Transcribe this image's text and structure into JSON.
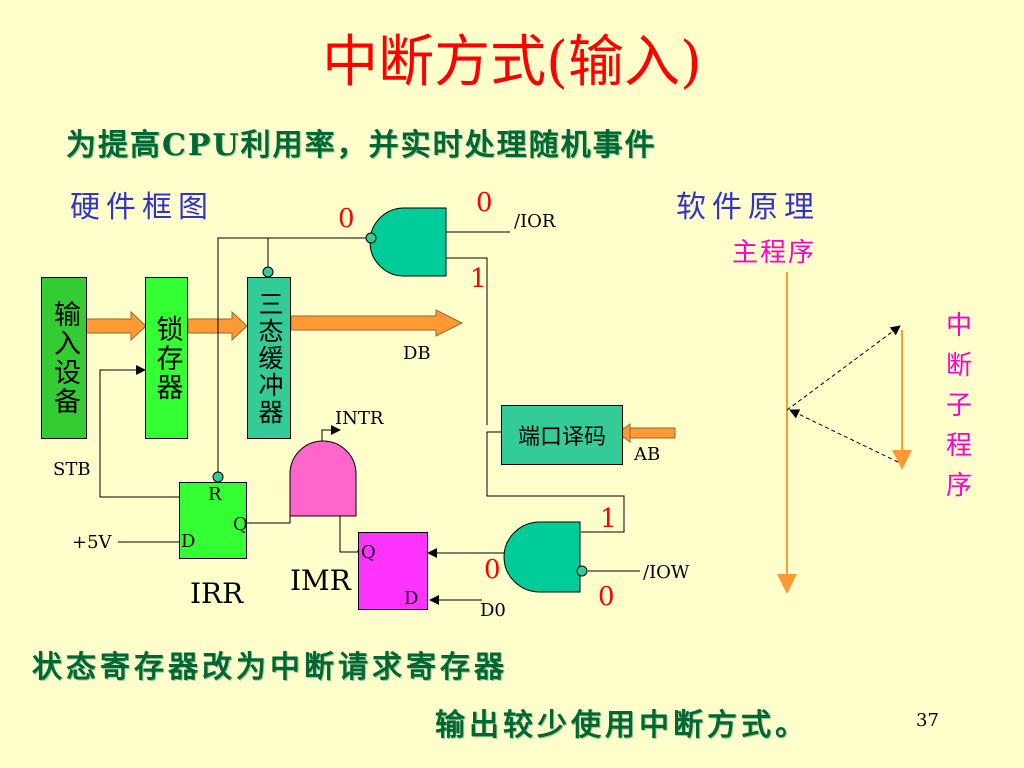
{
  "slide": {
    "title": "中断方式(输入)",
    "subtitle": "为提高CPU利用率，并实时处理随机事件",
    "hardware_heading": "硬件框图",
    "software_heading": "软件原理",
    "main_program": "主程序",
    "interrupt_program": "中断子程序",
    "note1": "状态寄存器改为中断请求寄存器",
    "note2": "输出较少使用中断方式。",
    "page_number": "37"
  },
  "diagram": {
    "input_device": "输入设备",
    "latch": "锁存器",
    "tristate_buffer": "三态缓冲器",
    "port_decoder": "端口译码",
    "labels": {
      "stb": "STB",
      "vcc": "+5V",
      "irr_r": "R",
      "irr_d": "D",
      "irr_q": "Q",
      "irr": "IRR",
      "imr": "IMR",
      "imr_q": "Q",
      "imr_d": "D",
      "d0": "D0",
      "intr": "INTR",
      "db": "DB",
      "ab": "AB",
      "ior": "/IOR",
      "iow": "/IOW"
    },
    "logic_levels": {
      "ior_gate_in": "0",
      "ior_gate_out": "0",
      "ior_decoder_in": "1",
      "iow_decoder_in": "1",
      "iow_gate_in_top": "0",
      "iow_gate_out": "0"
    },
    "colors": {
      "input_device": "#33cc33",
      "latch": "#33ff33",
      "tristate_buffer": "#33cc99",
      "port_decoder": "#33cc99",
      "and_gate": "#00cc99",
      "intr_gate": "#ff66cc",
      "irr": "#33ff33",
      "imr": "#ff33ff",
      "arrow": "#ff9933",
      "flow_arrow": "#ff9933"
    }
  }
}
